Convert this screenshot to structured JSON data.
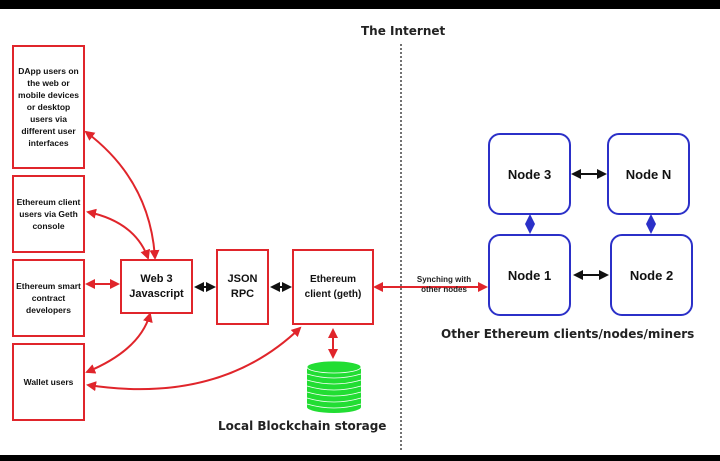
{
  "title": "The Internet",
  "colors": {
    "client_box_border": "#e0252b",
    "node_box_border": "#2b30c8",
    "storage": "#22dd33",
    "arrow_red": "#e0252b",
    "arrow_black": "#111111",
    "arrow_blue": "#2b30c8"
  },
  "left_users": [
    {
      "id": "dapp",
      "label": "DApp users on the web or mobile devices or desktop users via different user interfaces"
    },
    {
      "id": "geth-console",
      "label": "Ethereum client users via Geth console"
    },
    {
      "id": "developers",
      "label": "Ethereum smart contract developers"
    },
    {
      "id": "wallet",
      "label": "Wallet users"
    }
  ],
  "pipeline": {
    "web3": "Web 3 Javascript",
    "jsonrpc": "JSON RPC",
    "client": "Ethereum client (geth)"
  },
  "storage_label": "Local Blockchain storage",
  "sync_label": "Synching with other nodes",
  "nodes": {
    "node3": "Node 3",
    "nodeN": "Node N",
    "node1": "Node 1",
    "node2": "Node 2"
  },
  "nodes_caption": "Other Ethereum clients/nodes/miners"
}
